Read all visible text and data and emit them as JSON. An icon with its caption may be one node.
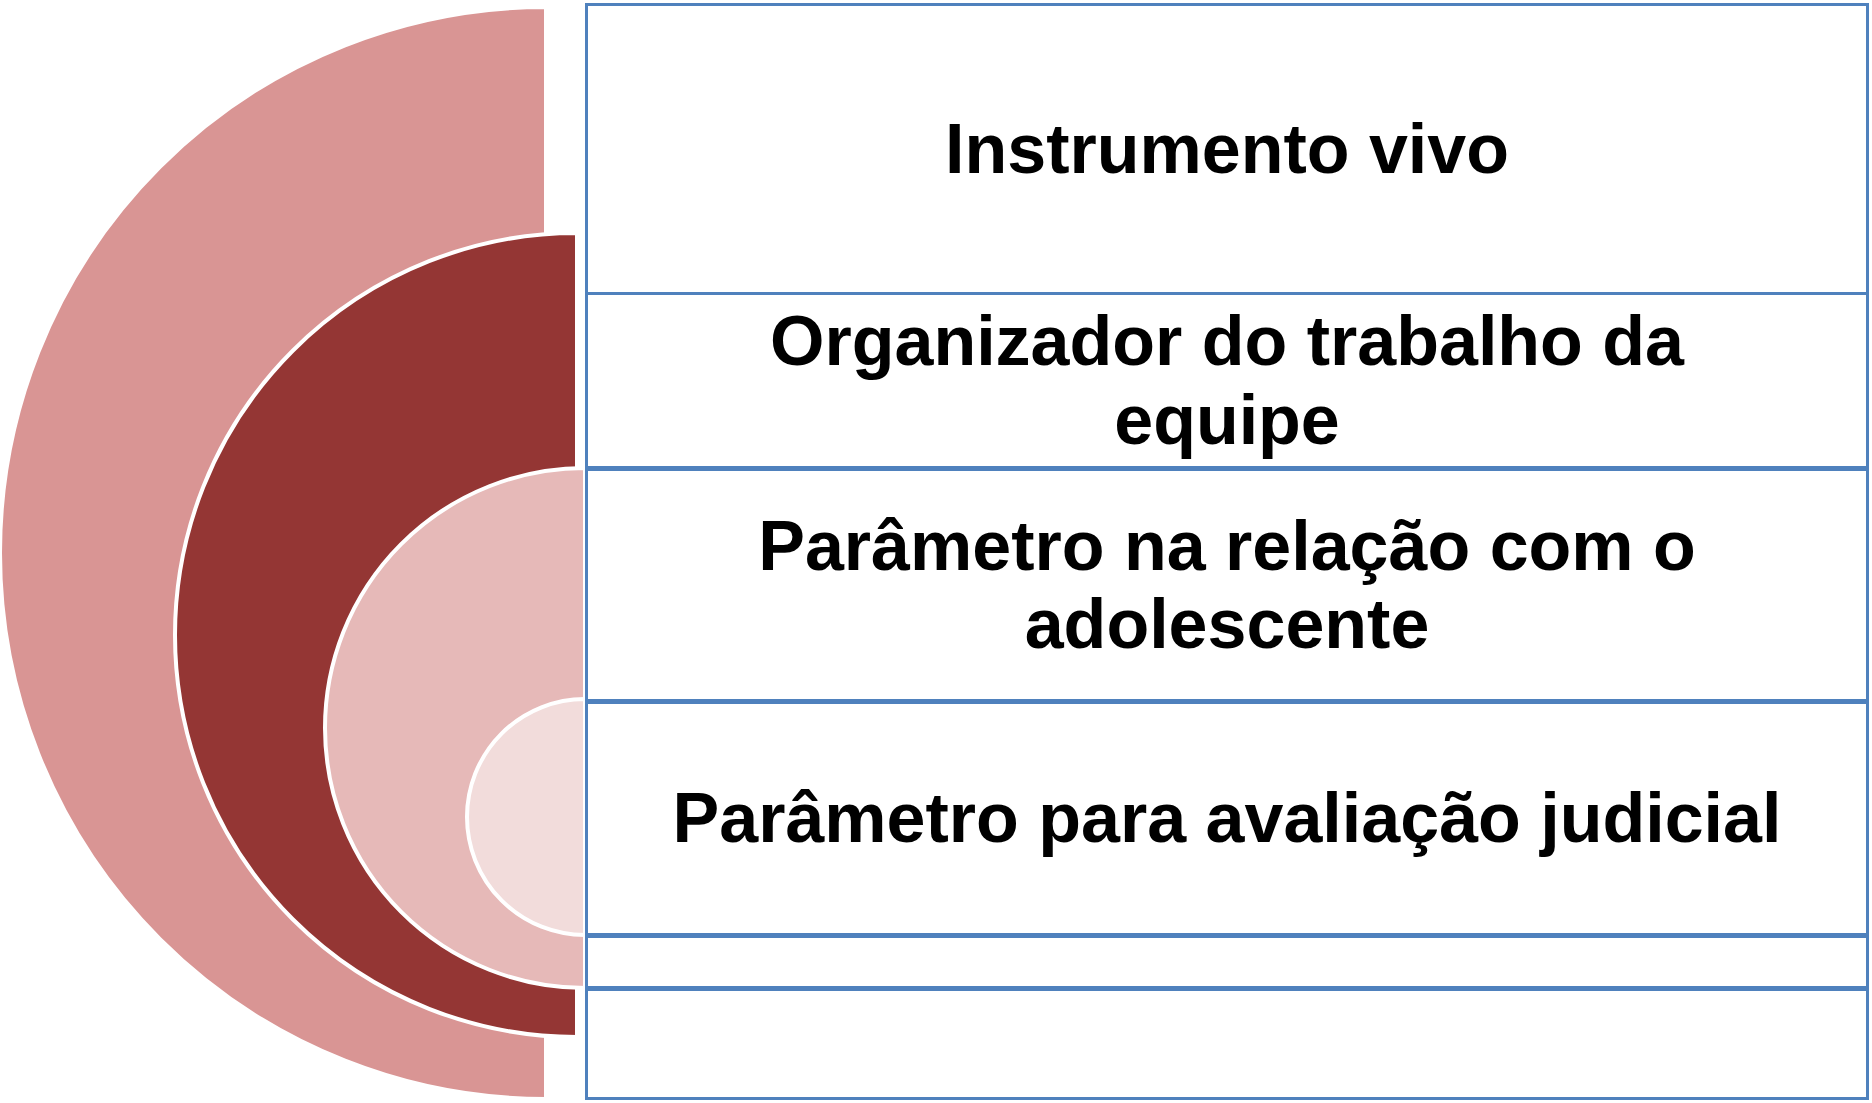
{
  "diagram": {
    "nodes": [
      {
        "text": [
          "Instrumento vivo"
        ]
      },
      {
        "text": [
          "Organizador do trabalho da equipe"
        ]
      },
      {
        "text": [
          "Parâmetro na relação com o adolescente"
        ]
      },
      {
        "text": [
          "Parâmetro para avaliação judicial"
        ]
      },
      {
        "text": [],
        "shape": "box"
      },
      {
        "text": [],
        "shape": "box"
      }
    ]
  }
}
